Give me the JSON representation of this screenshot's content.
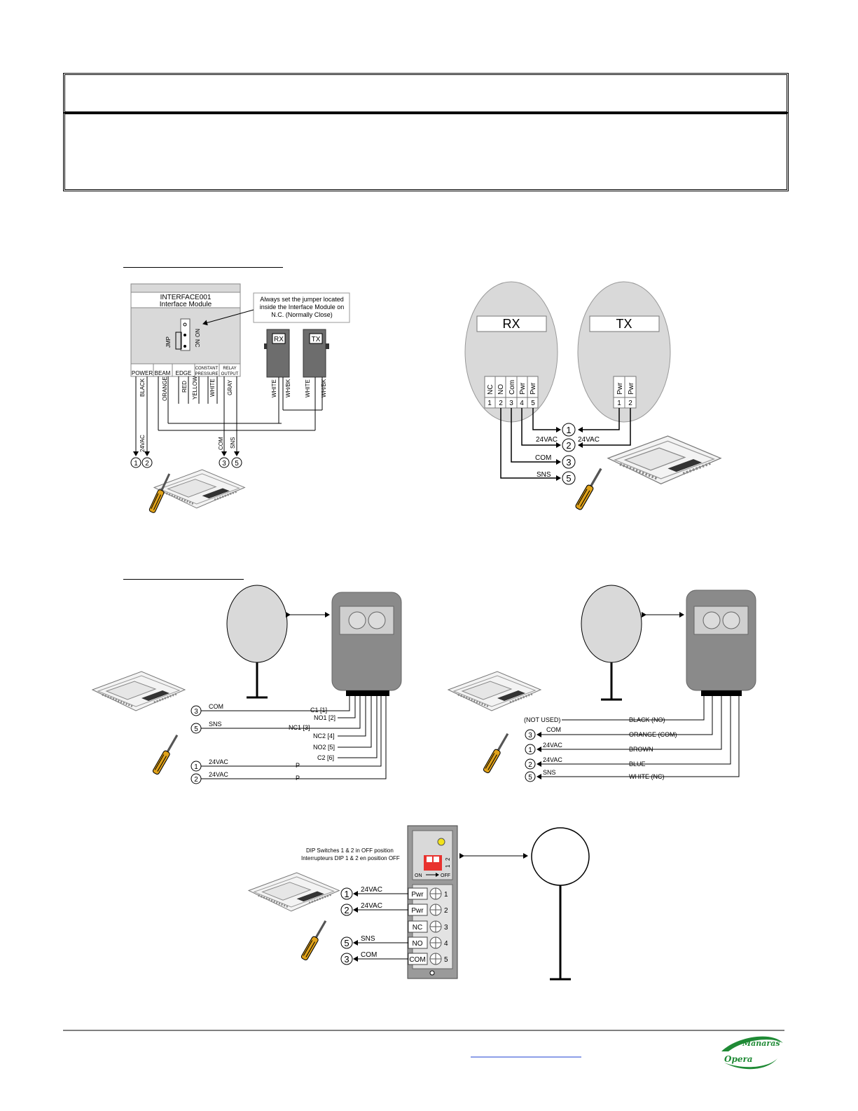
{
  "colors": {
    "module_gray": "#d9d9d9",
    "sensor_dark": "#6d6d6d",
    "ellipse_fill": "#d9d9d9",
    "dip_red": "#e8322e",
    "led_yellow": "#f2e21a",
    "logo_green": "#1f8a35",
    "screwdriver_handle": "#e0a21a",
    "link_blue": "#1b3fd1"
  },
  "icons": [
    "screwdriver-icon",
    "circuit-board-icon",
    "manaras-opera-logo"
  ],
  "interface_module": {
    "title": "INTERFACE001",
    "subtitle": "Interface Module",
    "jumper_note": [
      "Always set the jumper located",
      "inside the Interface Module on",
      "N.C. (Normally Close)"
    ],
    "jmp": "JMP",
    "no": "NO",
    "nc": "NC",
    "groups": [
      "POWER",
      "BEAM",
      "EDGE",
      "CONSTANT",
      "PRESSURE",
      "RELAY",
      "OUTPUT"
    ],
    "wires": [
      "BLACK",
      "ORANGE",
      "RED",
      "YELLOW",
      "WHITE",
      "GRAY"
    ],
    "rx": "RX",
    "tx": "TX",
    "rx_wires": [
      "WHITE",
      "WH/BK"
    ],
    "tx_wires": [
      "WHITE",
      "WH/BK"
    ],
    "v24": "24VAC",
    "com": "COM",
    "sns": "SNS",
    "terms": [
      "1",
      "2",
      "3",
      "5"
    ]
  },
  "rx_tx_diagram": {
    "rx": "RX",
    "tx": "TX",
    "rx_labels": [
      "NC",
      "NO",
      "Com",
      "Pwr",
      "Pwr"
    ],
    "rx_nums": [
      "1",
      "2",
      "3",
      "4",
      "5"
    ],
    "tx_labels": [
      "Pwr",
      "Pwr"
    ],
    "tx_nums": [
      "1",
      "2"
    ],
    "v24": "24VAC",
    "com": "COM",
    "sns": "SNS",
    "terms": [
      "1",
      "2",
      "3",
      "5"
    ]
  },
  "sensor_left": {
    "contacts": [
      "C1 [1]",
      "NO1 [2]",
      "NC1 [3]",
      "NC2 [4]",
      "NO2 [5]",
      "C2 [6]",
      "P",
      "P"
    ],
    "com": "COM",
    "sns": "SNS",
    "v24": "24VAC",
    "terms": [
      "3",
      "5",
      "1",
      "2"
    ]
  },
  "sensor_right": {
    "wires": [
      "BLACK (NO)",
      "ORANGE (COM)",
      "BROWN",
      "BLUE",
      "WHITE (NC)"
    ],
    "not_used": "(NOT USED)",
    "com": "COM",
    "v24": "24VAC",
    "sns": "SNS",
    "terms": [
      "3",
      "1",
      "2",
      "5"
    ]
  },
  "dip_sensor": {
    "note_en": "DIP Switches 1 & 2 in OFF position",
    "note_fr": "Interrupteurs DIP 1 & 2 en position OFF",
    "on": "ON",
    "off": "OFF",
    "dip_nums": [
      "1",
      "2"
    ],
    "labels": [
      "Pwr",
      "Pwr",
      "NC",
      "NO",
      "COM"
    ],
    "nums": [
      "1",
      "2",
      "3",
      "4",
      "5"
    ],
    "v24": "24VAC",
    "sns": "SNS",
    "com": "COM",
    "terms": [
      "1",
      "2",
      "5",
      "3"
    ]
  },
  "logo": {
    "top": "Manaras",
    "bottom": "Opera"
  }
}
